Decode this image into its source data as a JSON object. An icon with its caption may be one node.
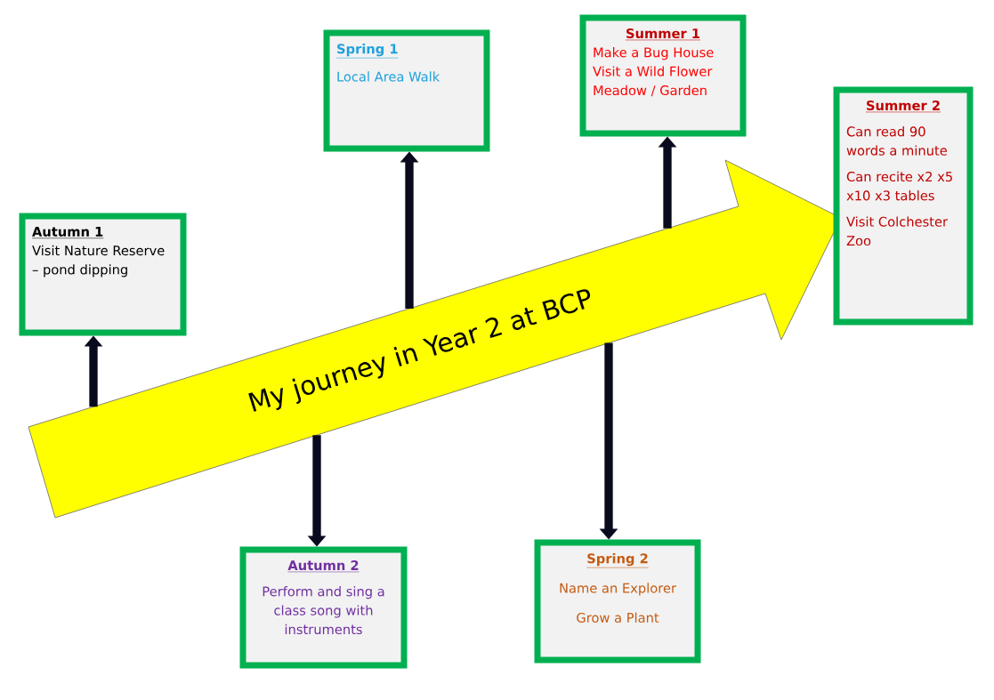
{
  "diagram": {
    "nodes": [
      {
        "text": [
          "My journey in Year 2 at BCP"
        ]
      },
      {
        "text": [
          "Autumn 1",
          "Visit Nature Reserve – pond dipping"
        ]
      },
      {
        "text": [
          "Autumn 2",
          "Perform and sing a class song with instruments"
        ]
      },
      {
        "text": [
          "Spring 1",
          "Local Area Walk"
        ]
      },
      {
        "text": [
          "Spring 2",
          "Name an Explorer",
          "Grow a Plant"
        ]
      },
      {
        "text": [
          "Summer 1",
          "Make a Bug House",
          "Visit a Wild Flower Meadow / Garden"
        ]
      },
      {
        "text": [
          "Summer 2",
          "Can read 90 words a minute",
          "Can recite x2 x5 x10 x3 tables",
          "Visit Colchester Zoo"
        ]
      }
    ],
    "edges": [
      {
        "from": 0,
        "to": 1,
        "arrow": "to"
      },
      {
        "from": 0,
        "to": 2,
        "arrow": "to"
      },
      {
        "from": 0,
        "to": 3,
        "arrow": "to"
      },
      {
        "from": 0,
        "to": 4,
        "arrow": "to"
      },
      {
        "from": 0,
        "to": 5,
        "arrow": "to"
      }
    ]
  }
}
